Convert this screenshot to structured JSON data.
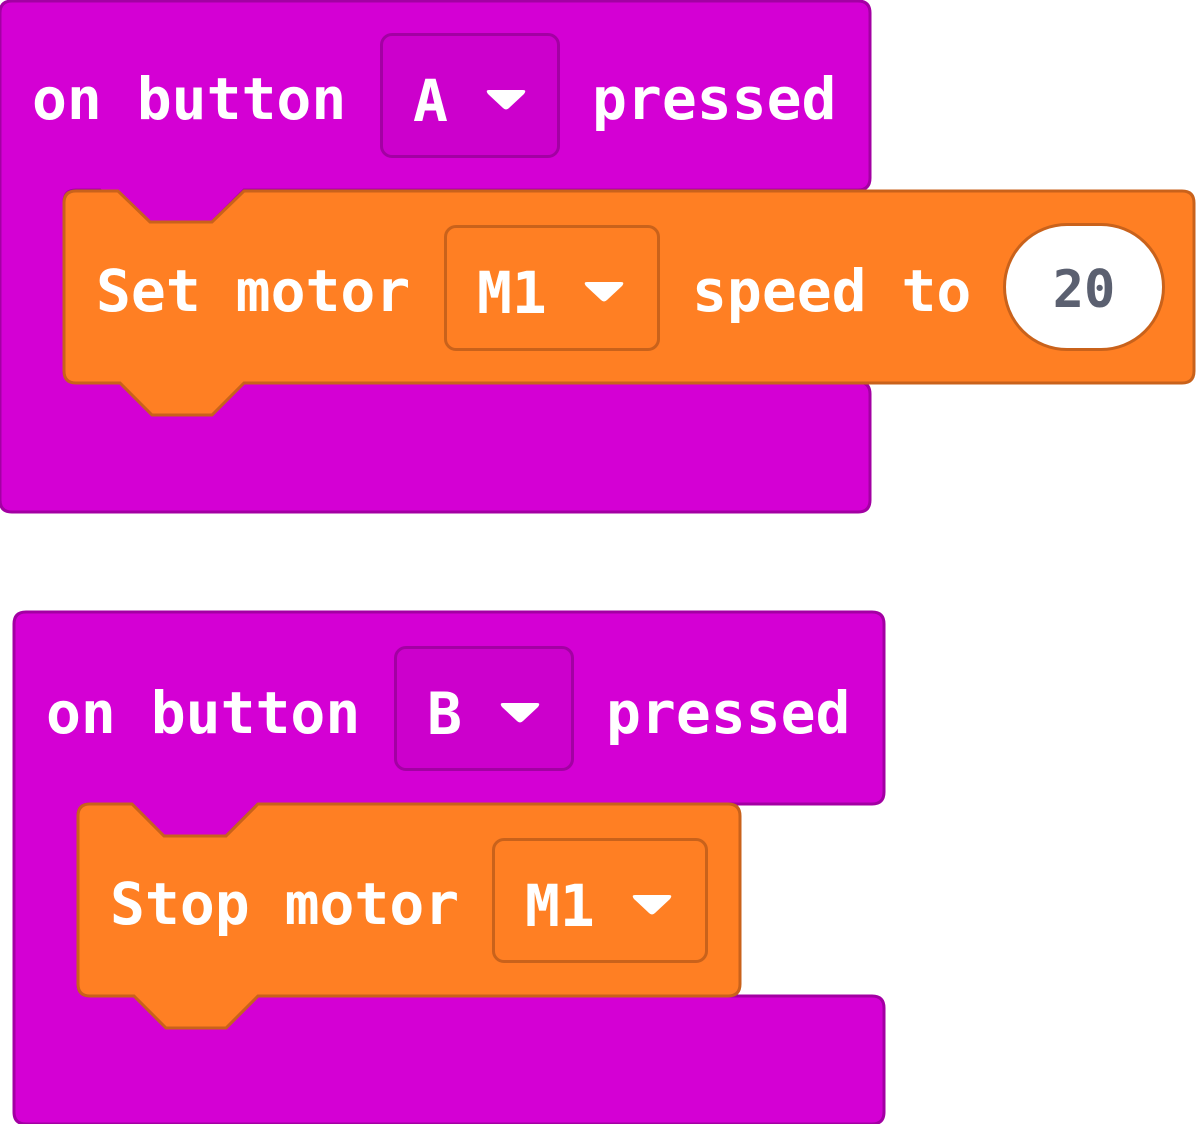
{
  "colors": {
    "event_block": "#d400d4",
    "event_block_border": "#a300a3",
    "motor_block": "#ff7f23",
    "motor_block_border": "#c9621b",
    "text": "#ffffff",
    "number_text": "#5b6070"
  },
  "blocks": [
    {
      "prefix": "on button",
      "button": "A",
      "suffix": "pressed",
      "inner": {
        "prefix": "Set motor",
        "motor": "M1",
        "middle": "speed to",
        "speed": "20"
      }
    },
    {
      "prefix": "on button",
      "button": "B",
      "suffix": "pressed",
      "inner": {
        "prefix": "Stop motor",
        "motor": "M1"
      }
    }
  ],
  "icons": {
    "dropdown": "chevron-down-icon"
  }
}
